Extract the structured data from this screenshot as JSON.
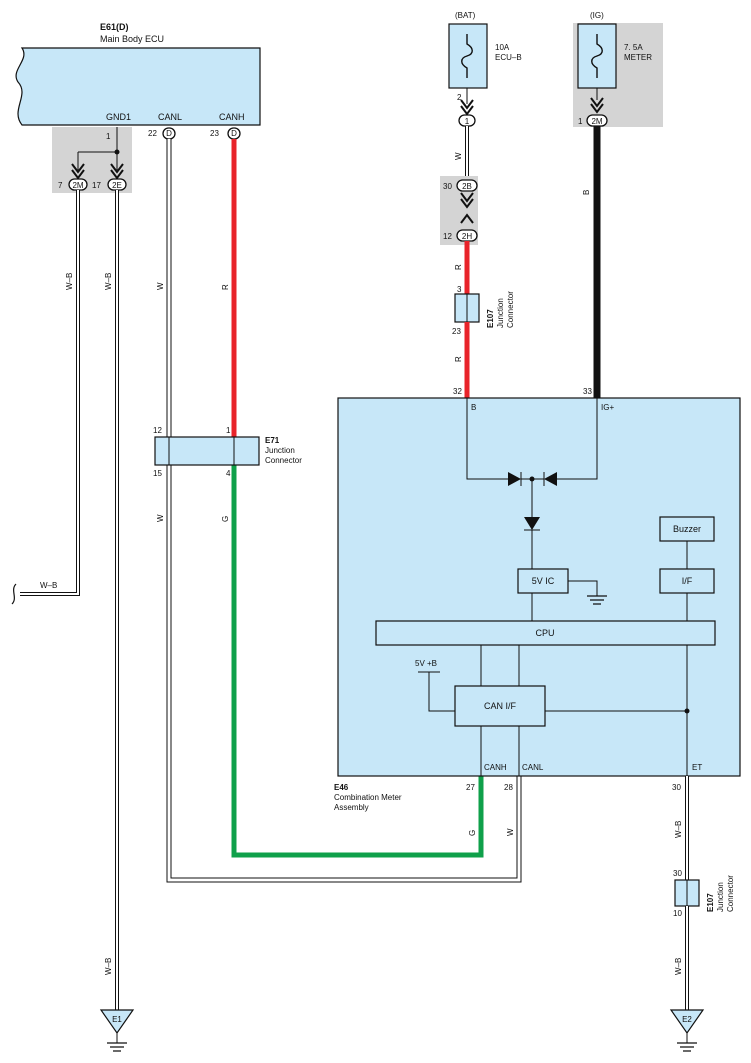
{
  "ecu": {
    "code": "E61(D)",
    "name": "Main Body ECU",
    "pin_gnd1": "GND1",
    "pin_canl": "CANL",
    "pin_canh": "CANH"
  },
  "ecu_pins": {
    "gnd_pin": "1",
    "canl_num": "22",
    "canl_conn": "D",
    "canh_num": "23",
    "canh_conn": "D"
  },
  "ecu_gnd_connectors": [
    {
      "num": "7",
      "conn": "2M"
    },
    {
      "num": "17",
      "conn": "2E"
    }
  ],
  "wire_labels": {
    "wb1": "W–B",
    "wb2": "W–B",
    "w_left": "W",
    "r_left": "R",
    "w_left2": "W",
    "g_left": "G",
    "wb_bottom": "W–B",
    "w_bat": "W",
    "r_bat": "R",
    "r_bat2": "R",
    "b_ig": "B",
    "g_meter": "G",
    "w_meter": "W",
    "wb_et": "W–B",
    "wb_et2": "W–B"
  },
  "e71": {
    "code": "E71",
    "line1": "Junction",
    "line2": "Connector",
    "pin12": "12",
    "pin1": "1",
    "pin15": "15",
    "pin4": "4"
  },
  "bat": {
    "label": "(BAT)",
    "fuse_amp": "10A",
    "fuse_name": "ECU–B",
    "pin": "2",
    "conn_num": "1"
  },
  "ig": {
    "label": "(IG)",
    "fuse_amp": "7. 5A",
    "fuse_name": "METER",
    "pin_num": "1",
    "conn": "2M"
  },
  "bat_connectors": {
    "c30_num": "30",
    "c30": "2B",
    "c12_num": "12",
    "c12": "2H",
    "e107_pin3": "3",
    "e107_pin23": "23"
  },
  "e107_top": {
    "code": "E107",
    "line1": "Junction",
    "line2": "Connector"
  },
  "meter": {
    "code": "E46",
    "name1": "Combination Meter",
    "name2": "Assembly",
    "pin_b": "B",
    "pin_ig": "IG+",
    "pin32": "32",
    "pin33": "33",
    "pin_canh": "CANH",
    "pin_canl": "CANL",
    "pin_et": "ET",
    "pin27": "27",
    "pin28": "28",
    "pin30": "30",
    "buzzer": "Buzzer",
    "if": "I/F",
    "ic": "5V IC",
    "cpu": "CPU",
    "canif": "CAN I/F",
    "vref": "5V +B"
  },
  "e107_bottom": {
    "code": "E107",
    "line1": "Junction",
    "line2": "Connector",
    "pin30": "30",
    "pin10": "10"
  },
  "grounds": {
    "e1": "E1",
    "e2": "E2"
  },
  "colors": {
    "red": "#e8232a",
    "green": "#0fa04a",
    "black": "#111111",
    "box_blue": "#c7e7f8",
    "gray": "#d4d4d4"
  }
}
